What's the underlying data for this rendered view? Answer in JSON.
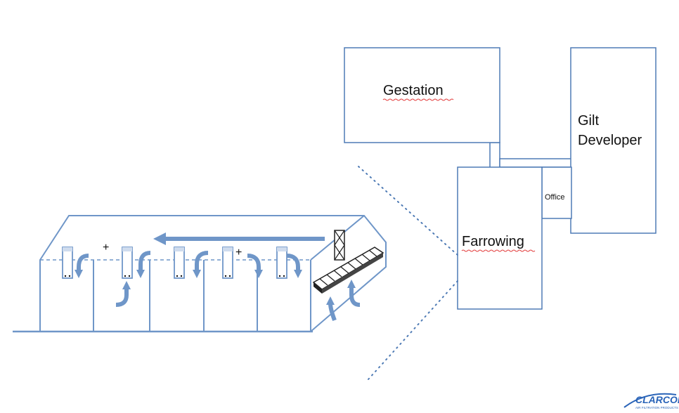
{
  "rooms": {
    "gestation": "Gestation",
    "gilt_developer_line1": "Gilt",
    "gilt_developer_line2": "Developer",
    "office": "Office",
    "farrowing": "Farrowing"
  },
  "barn": {
    "pressure_marks": [
      "+",
      "+"
    ]
  },
  "logo": {
    "name": "CLARCOR",
    "tagline": "AIR FILTRATION PRODUCTS"
  },
  "colors": {
    "outline": "#4f7bb5",
    "airflow": "#6f96c8",
    "spellcheck_underline": "#e23b3b"
  }
}
